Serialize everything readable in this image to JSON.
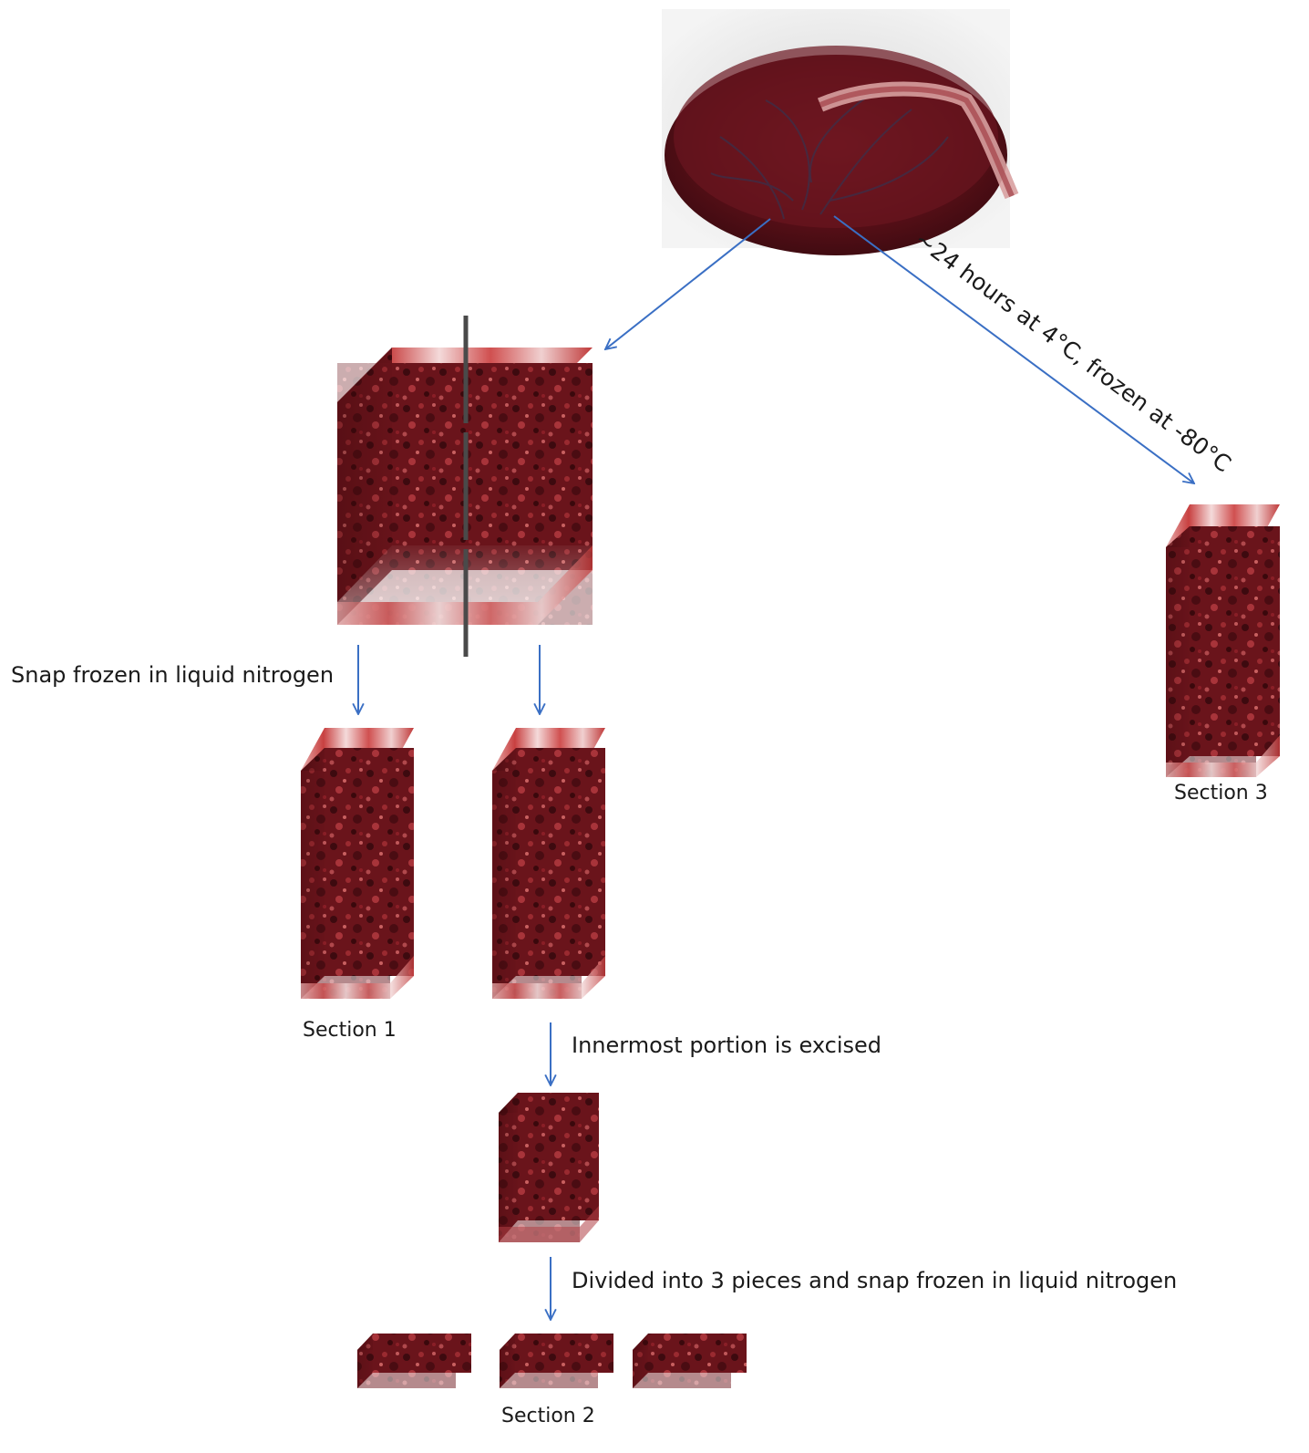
{
  "labels": {
    "cold_storage_step": "~24 hours at 4°C, frozen at -80°C",
    "snap_frozen_step": "Snap frozen in liquid nitrogen",
    "excise_step": "Innermost portion is excised",
    "divide_step": "Divided into 3 pieces and snap frozen in liquid nitrogen",
    "section_1": "Section 1",
    "section_2": "Section 2",
    "section_3": "Section 3"
  },
  "colors": {
    "arrow": "#3a6fc4",
    "tissue_dark": "#5a1016",
    "tissue_mid": "#8a1a22",
    "tissue_light": "#b83a3e",
    "tissue_edge": "#e8b4b4",
    "cut_line": "#4a4a4a"
  },
  "icons": {
    "placenta": "placenta-photo",
    "tissue_block": "tissue-block"
  }
}
